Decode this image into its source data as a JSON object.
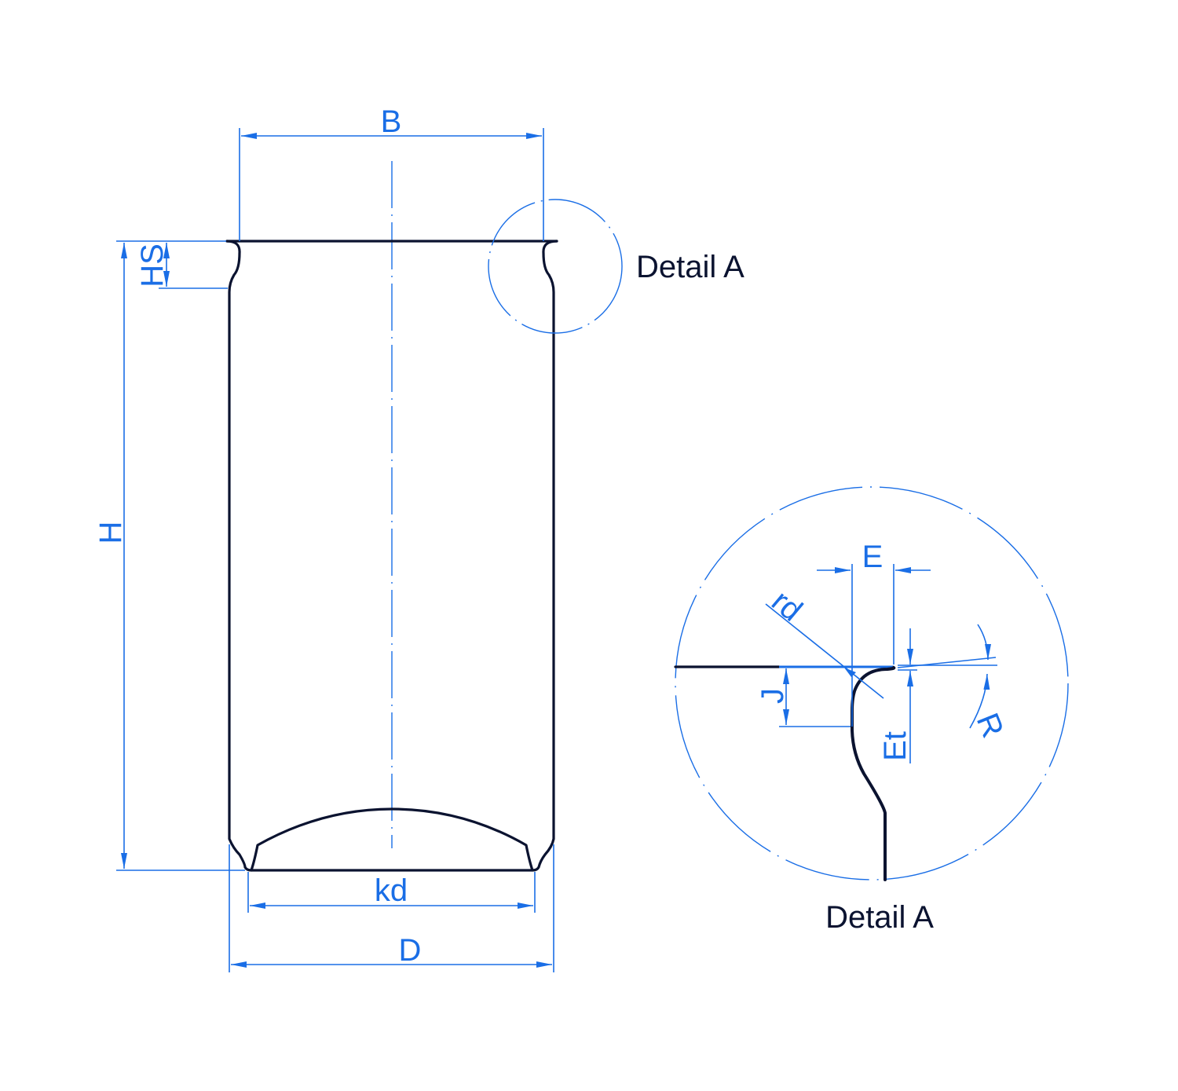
{
  "colors": {
    "dimension": "#1a6ee6",
    "part": "#0b1330"
  },
  "labels": {
    "B": "B",
    "HS": "HS",
    "H": "H",
    "kd": "kd",
    "D": "D",
    "E": "E",
    "rd": "rd",
    "J": "J",
    "Et": "Et",
    "R": "R"
  },
  "titles": {
    "detail_main": "Detail A",
    "detail_view": "Detail A"
  }
}
